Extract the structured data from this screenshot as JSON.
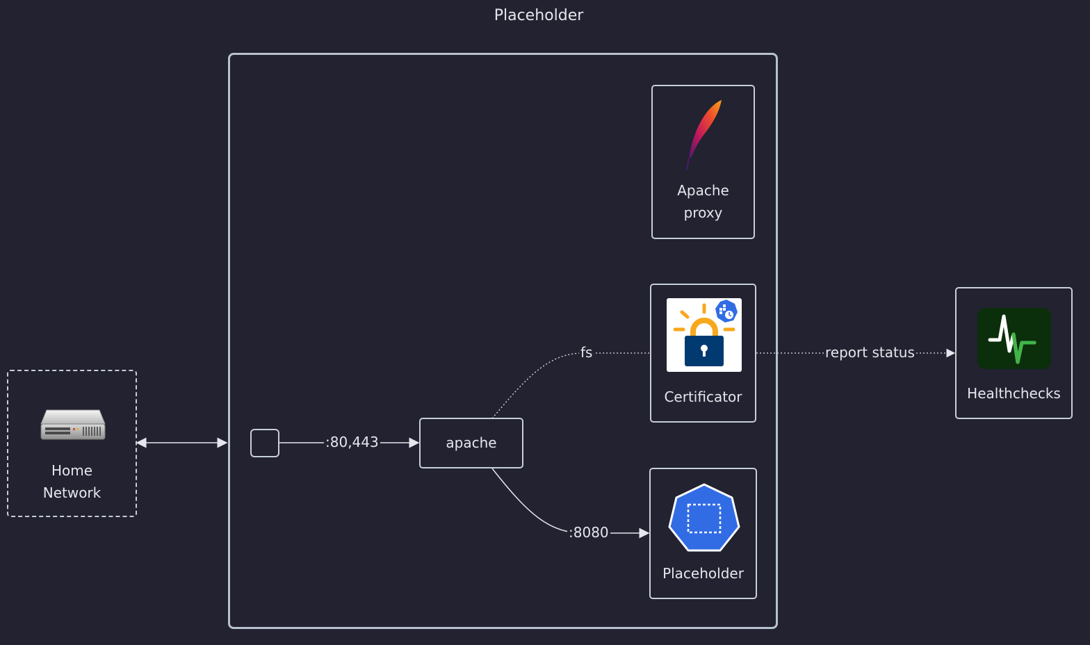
{
  "diagram": {
    "title": "Placeholder",
    "nodes": {
      "home_network": {
        "line1": "Home",
        "line2": "Network"
      },
      "apache_proxy": {
        "line1": "Apache",
        "line2": "proxy"
      },
      "certificator": {
        "label": "Certificator"
      },
      "apache": {
        "label": "apache"
      },
      "placeholder_service": {
        "label": "Placeholder"
      },
      "healthchecks": {
        "label": "Healthchecks"
      }
    },
    "edges": {
      "ports_label": ":80,443",
      "fs_label": "fs",
      "http_label": ":8080",
      "report_label": "report status"
    },
    "colors": {
      "background": "#222230",
      "border": "#c7cfdb",
      "kubernetes_blue": "#326ce5",
      "healthchecks_bg": "#0b2e0b",
      "healthchecks_green": "#3fb548"
    },
    "icons": [
      "server-icon",
      "apache-feather-icon",
      "letsencrypt-lock-icon",
      "kubernetes-heptagon-icon",
      "healthchecks-pulse-icon"
    ]
  }
}
